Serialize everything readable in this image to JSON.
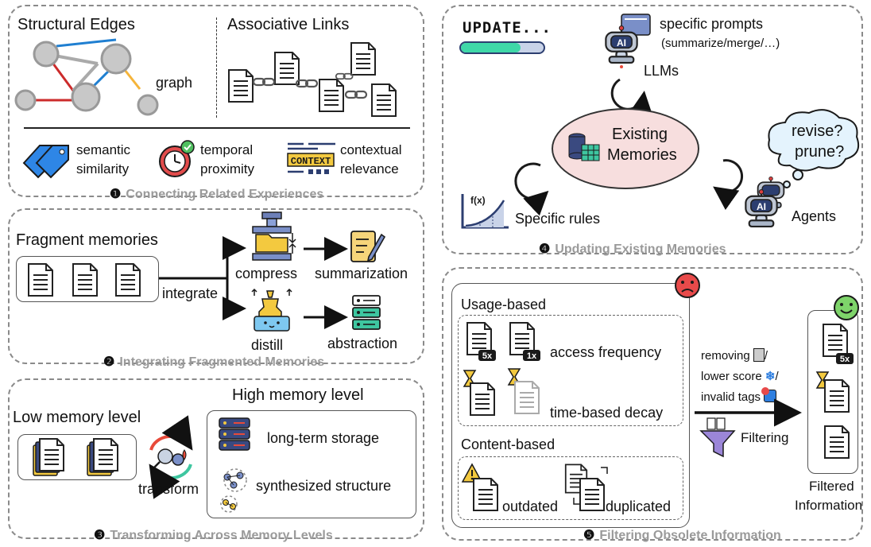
{
  "panel1": {
    "structural_title": "Structural Edges",
    "associative_title": "Associative Links",
    "graph_label": "graph",
    "semantic": "semantic",
    "similarity": "similarity",
    "temporal": "temporal",
    "proximity": "proximity",
    "context_tag": "CONTEXT",
    "contextual": "contextual",
    "relevance": "relevance",
    "caption_num": "❶",
    "caption": "Connecting Related Experiences"
  },
  "panel2": {
    "fragment": "Fragment memories",
    "integrate": "integrate",
    "compress": "compress",
    "distill": "distill",
    "summarization": "summarization",
    "abstraction": "abstraction",
    "caption_num": "❷",
    "caption": "Integrating Fragmented Memories"
  },
  "panel3": {
    "high": "High memory level",
    "low": "Low memory level",
    "transform": "transform",
    "long_term": "long-term storage",
    "synth": "synthesized structure",
    "caption_num": "❸",
    "caption": "Transforming Across Memory Levels"
  },
  "panel4": {
    "update": "UPDATE...",
    "ai_badge": "AI",
    "prompts": "specific prompts",
    "prompts_sub": "(summarize/merge/…)",
    "llms": "LLMs",
    "existing": "Existing",
    "memories": "Memories",
    "revise": "revise?",
    "prune": "prune?",
    "fx": "f(x)",
    "rules": "Specific rules",
    "agents": "Agents",
    "caption_num": "❹",
    "caption": "Updating Existing Memories"
  },
  "panel5": {
    "usage": "Usage-based",
    "badge5x": "5x",
    "badge1x": "1x",
    "access": "access frequency",
    "decay": "time-based decay",
    "content": "Content-based",
    "outdated": "outdated",
    "duplicated": "duplicated",
    "removing": "removing",
    "lower": "lower score",
    "invalid": "invalid tags",
    "filtering": "Filtering",
    "filtered": "Filtered",
    "information": "Information",
    "caption_num": "❺",
    "caption": "Filtering Obsolete Information"
  },
  "colors": {
    "update_bar": "#3fd8a8",
    "ellipse": "#f7dede",
    "blue": "#2f7fe0",
    "red": "#d13b3b",
    "yellow": "#f3c93f"
  }
}
